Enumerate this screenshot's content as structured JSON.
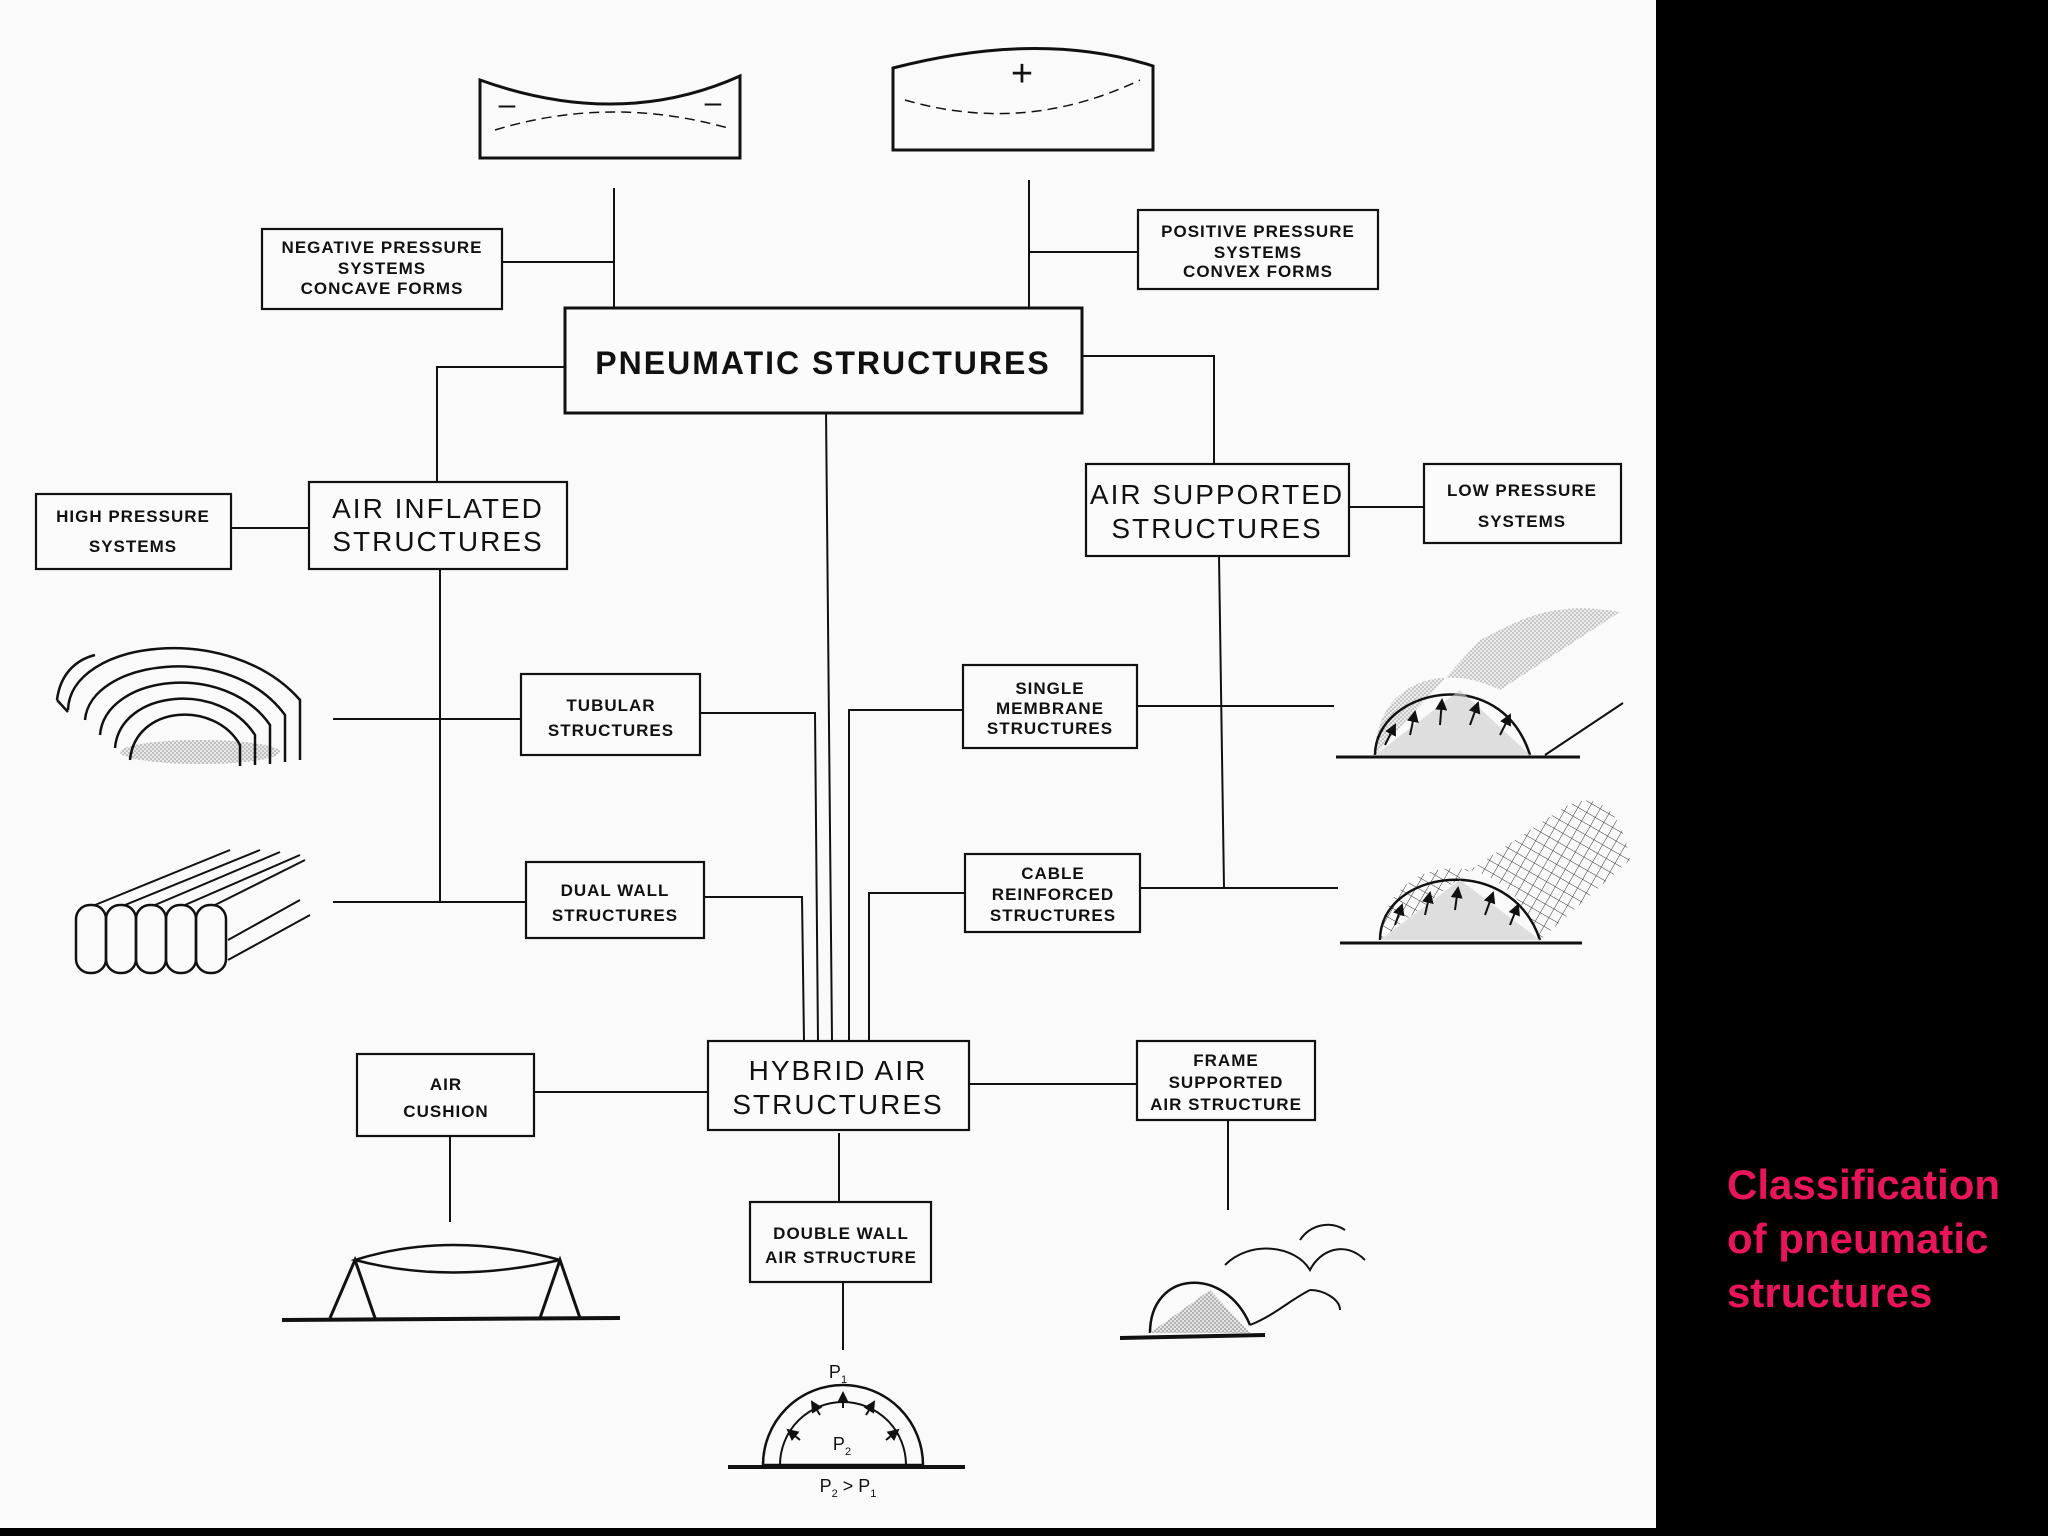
{
  "caption": "Classification of pneumatic structures",
  "diagram": {
    "neg_symbol": "–",
    "pos_symbol": "+",
    "root": "PNEUMATIC STRUCTURES",
    "negative_pressure": [
      "NEGATIVE  PRESSURE",
      "SYSTEMS",
      "CONCAVE FORMS"
    ],
    "positive_pressure": [
      "POSITIVE  PRESSURE",
      "SYSTEMS",
      "CONVEX  FORMS"
    ],
    "air_inflated": [
      "AIR  INFLATED",
      "STRUCTURES"
    ],
    "high_pressure": [
      "HIGH PRESSURE",
      "SYSTEMS"
    ],
    "air_supported": [
      "AIR  SUPPORTED",
      "STRUCTURES"
    ],
    "low_pressure": [
      "LOW  PRESSURE",
      "SYSTEMS"
    ],
    "tubular": [
      "TUBULAR",
      "STRUCTURES"
    ],
    "dual_wall": [
      "DUAL  WALL",
      "STRUCTURES"
    ],
    "single_membrane": [
      "SINGLE",
      "MEMBRANE",
      "STRUCTURES"
    ],
    "cable_reinforced": [
      "CABLE",
      "REINFORCED",
      "STRUCTURES"
    ],
    "hybrid": [
      "HYBRID AIR",
      "STRUCTURES"
    ],
    "air_cushion": [
      "AIR",
      "CUSHION"
    ],
    "frame_supported": [
      "FRAME",
      "SUPPORTED",
      "AIR STRUCTURE"
    ],
    "double_wall": [
      "DOUBLE  WALL",
      "AIR STRUCTURE"
    ],
    "p1": "P",
    "p1_sub": "1",
    "p2": "P",
    "p2_sub": "2",
    "relation_a": "P",
    "relation_a_sub": "2",
    "relation_op": " > ",
    "relation_b": "P",
    "relation_b_sub": "1"
  }
}
